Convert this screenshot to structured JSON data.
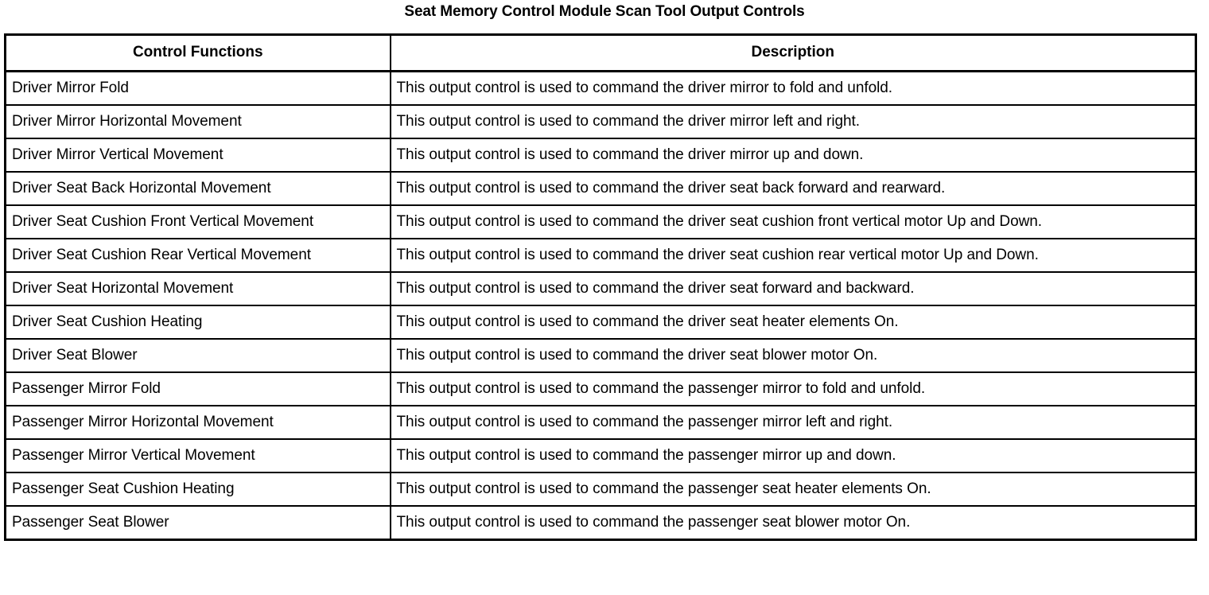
{
  "document": {
    "title": "Seat Memory Control Module Scan Tool Output Controls"
  },
  "table": {
    "headers": {
      "function": "Control Functions",
      "description": "Description"
    },
    "rows": [
      {
        "function": "Driver Mirror Fold",
        "description": "This output control is used to command the driver mirror to fold and unfold."
      },
      {
        "function": "Driver Mirror Horizontal Movement",
        "description": "This output control is used to command the driver mirror left and right."
      },
      {
        "function": "Driver Mirror Vertical Movement",
        "description": "This output control is used to command the driver mirror up and down."
      },
      {
        "function": "Driver Seat Back Horizontal Movement",
        "description": "This output control is used to command the driver seat back forward and rearward."
      },
      {
        "function": "Driver Seat Cushion Front Vertical Movement",
        "description": "This output control is used to command the driver seat cushion front vertical motor Up and Down."
      },
      {
        "function": "Driver Seat Cushion Rear Vertical Movement",
        "description": "This output control is used to command the driver seat cushion rear vertical motor Up and Down."
      },
      {
        "function": "Driver Seat Horizontal Movement",
        "description": "This output control is used to command the driver seat forward and backward."
      },
      {
        "function": "Driver Seat Cushion Heating",
        "description": "This output control is used to command the driver seat heater elements On."
      },
      {
        "function": "Driver Seat Blower",
        "description": "This output control is used to command the driver seat blower motor On."
      },
      {
        "function": "Passenger Mirror Fold",
        "description": "This output control is used to command the passenger mirror to fold and unfold."
      },
      {
        "function": "Passenger Mirror Horizontal Movement",
        "description": "This output control is used to command the passenger mirror left and right."
      },
      {
        "function": "Passenger Mirror Vertical Movement",
        "description": "This output control is used to command the passenger mirror up and down."
      },
      {
        "function": "Passenger Seat Cushion Heating",
        "description": "This output control is used to command the passenger seat heater elements On."
      },
      {
        "function": "Passenger Seat Blower",
        "description": "This output control is used to command the passenger seat blower motor On."
      }
    ]
  },
  "colors": {
    "text": "#000000",
    "background": "#ffffff",
    "border": "#000000"
  }
}
